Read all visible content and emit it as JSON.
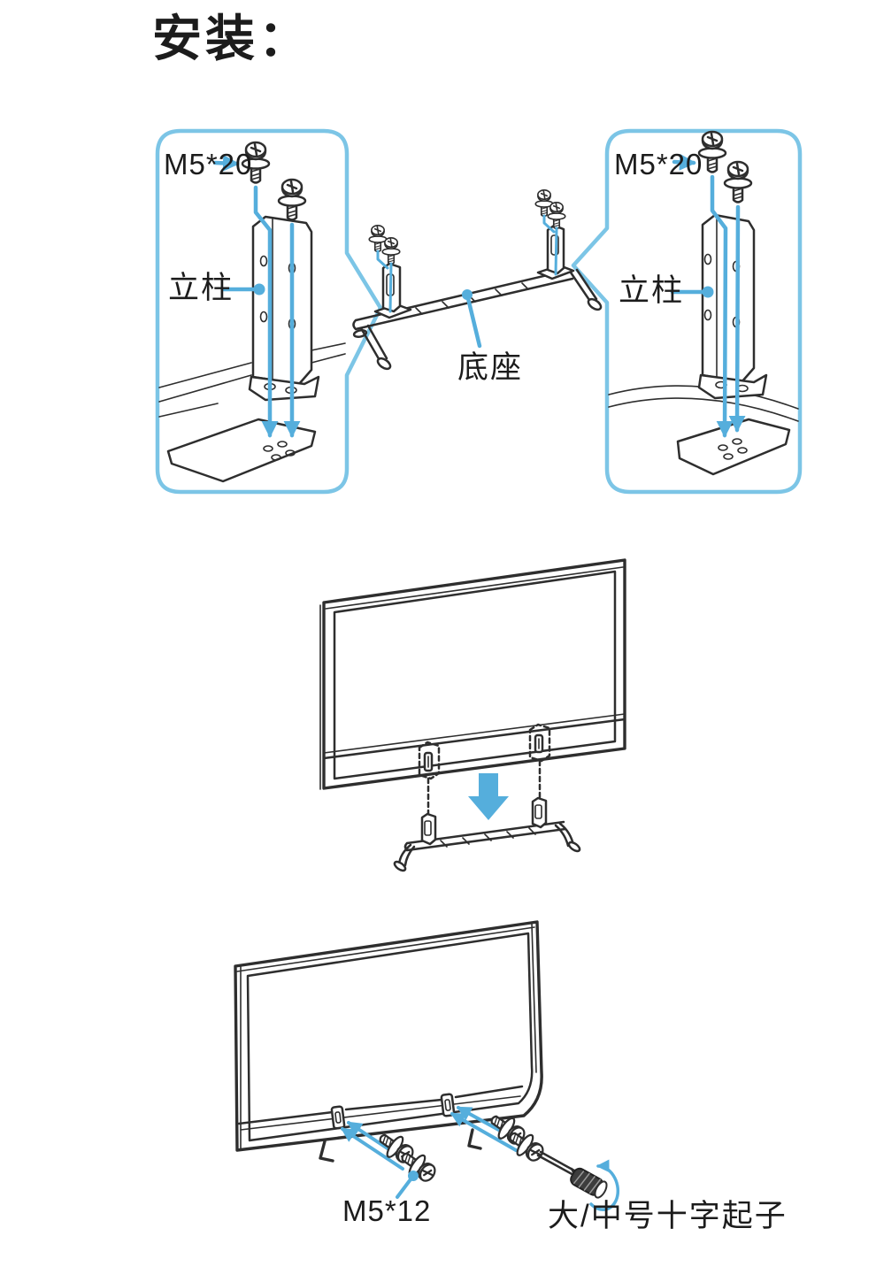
{
  "page": {
    "title": "安装："
  },
  "colors": {
    "accent_blue": "#55AEDC",
    "callout_border": "#7CC5E6",
    "line_dark": "#2e2e2e",
    "background": "#ffffff"
  },
  "callout_left": {
    "screw_label": "M5*20",
    "post_label": "立柱"
  },
  "callout_right": {
    "screw_label": "M5*20",
    "post_label": "立柱"
  },
  "base_section": {
    "base_label": "底座"
  },
  "final_section": {
    "screw_label": "M5*12",
    "tool_label": "大/中号十字起子"
  },
  "icons": {
    "screw_icon": "machine-screw-with-washer",
    "down_arrow_icon": "solid-down-arrow",
    "rotation_arrow_icon": "rotation-direction-arrow",
    "screwdriver_icon": "phillips-screwdriver",
    "pointer_dot_icon": "callout-pointer-dot"
  }
}
